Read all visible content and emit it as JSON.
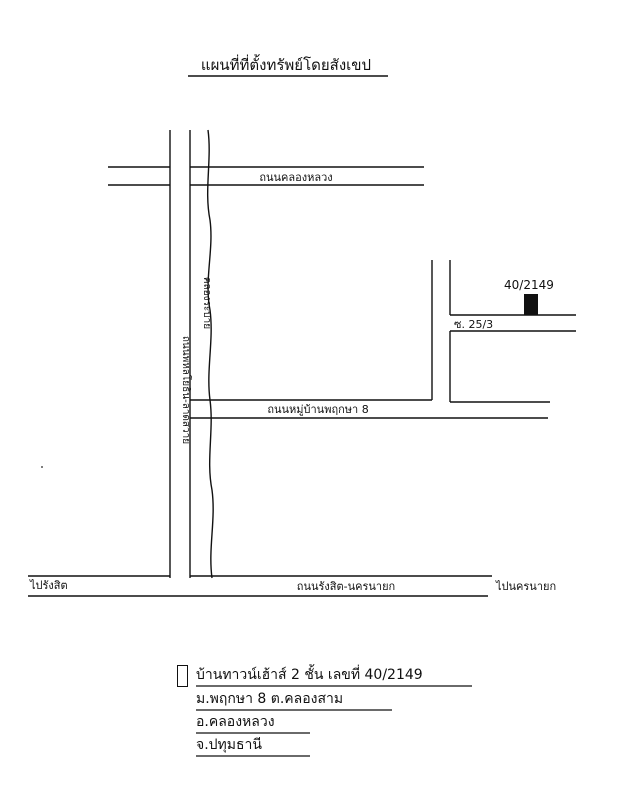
{
  "title": "แผนที่ที่ตั้งทรัพย์โดยสังเขป",
  "roads": {
    "top_road": "ถนนคลองหลวง",
    "canal": "คลองระบาย",
    "left_road": "ถนนพหลโยธิน-ลาดสวาย",
    "mid_road": "ถนนหมู่บ้านพฤกษา 8",
    "bottom_road": "ถนนรังสิต-นครนายก",
    "soi": "ซ. 25/3",
    "left_end": "ไปรังสิต",
    "right_end": "ไปนครนายก"
  },
  "property": {
    "house_no": "40/2149"
  },
  "legend": {
    "line1": "บ้านทาวน์เฮ้าส์ 2 ชั้น เลขที่ 40/2149",
    "line2": "ม.พฤกษา 8 ต.คลองสาม",
    "line3": "อ.คลองหลวง",
    "line4": "จ.ปทุมธานี"
  },
  "colors": {
    "ink": "#111111",
    "paper": "#ffffff"
  }
}
